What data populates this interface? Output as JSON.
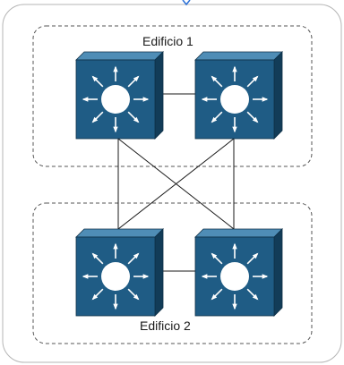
{
  "buildings": [
    {
      "label": "Edificio 1"
    },
    {
      "label": "Edificio 2"
    }
  ],
  "colors": {
    "switch_front": "#1f5c85",
    "switch_top": "#4f8db6",
    "switch_side": "#123c58",
    "switch_edge": "#0d2f46",
    "container_border": "#b5b5b5",
    "group_border": "#555555",
    "link": "#1a1a1a",
    "accent_top": "#2a6fd6"
  },
  "devices": [
    {
      "id": "sw1",
      "type": "multilayer-switch-icon",
      "building": 0
    },
    {
      "id": "sw2",
      "type": "multilayer-switch-icon",
      "building": 0
    },
    {
      "id": "sw3",
      "type": "multilayer-switch-icon",
      "building": 1
    },
    {
      "id": "sw4",
      "type": "multilayer-switch-icon",
      "building": 1
    }
  ],
  "links": [
    {
      "from": "sw1",
      "to": "sw2"
    },
    {
      "from": "sw3",
      "to": "sw4"
    },
    {
      "from": "sw1",
      "to": "sw3"
    },
    {
      "from": "sw2",
      "to": "sw4"
    },
    {
      "from": "sw1",
      "to": "sw4"
    },
    {
      "from": "sw2",
      "to": "sw3"
    }
  ]
}
